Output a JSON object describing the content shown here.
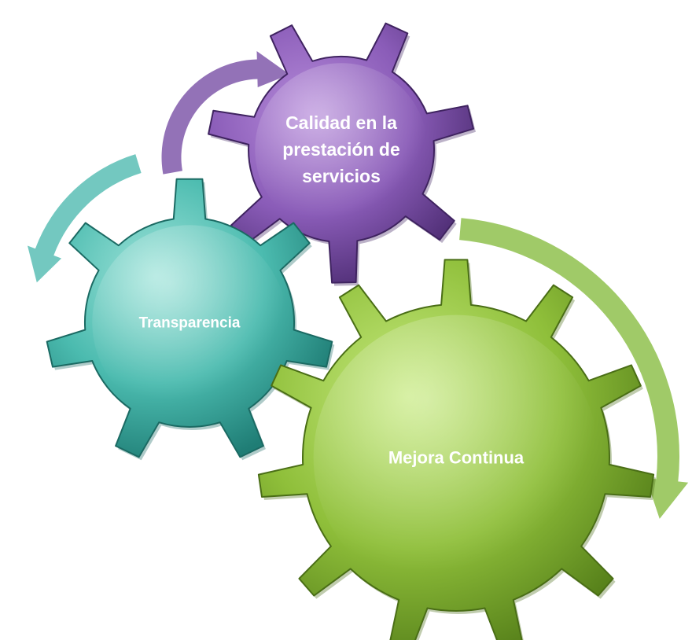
{
  "gears": [
    {
      "id": "calidad",
      "lines": [
        "Calidad en la",
        "prestación de",
        "servicios"
      ],
      "fill_light": "#b58ad9",
      "fill_mid": "#8a5cb8",
      "fill_dark": "#4f2e75",
      "edge": "#3f2360"
    },
    {
      "id": "transparencia",
      "lines": [
        "Transparencia"
      ],
      "fill_light": "#9ee3d9",
      "fill_mid": "#4bbbaf",
      "fill_dark": "#1f7d75",
      "edge": "#1b6a63"
    },
    {
      "id": "mejora",
      "lines": [
        "Mejora Continua"
      ],
      "fill_light": "#c6ea7e",
      "fill_mid": "#8fbf3a",
      "fill_dark": "#56801a",
      "edge": "#4a6e16"
    }
  ],
  "arrows": [
    {
      "id": "purple-arrow",
      "color": "#8d6ab3"
    },
    {
      "id": "teal-arrow",
      "color": "#6cc5bd"
    },
    {
      "id": "green-arrow",
      "color": "#9bc760"
    }
  ]
}
